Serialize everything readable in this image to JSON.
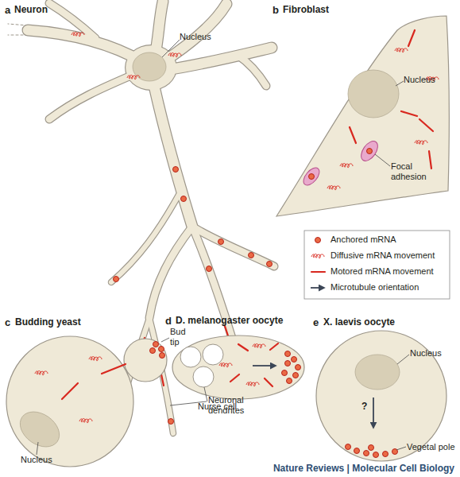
{
  "diagram": {
    "labels": [
      "a",
      "Neuron",
      "Nucleus",
      "Neuronal dendrites",
      "b",
      "Fibroblast",
      "Nucleus",
      "Focal adhesion",
      "c",
      "Budding yeast",
      "Bud tip",
      "Nucleus",
      "d",
      "D. melanogaster oocyte",
      "Nurse cell",
      "e",
      "X. laevis oocyte",
      "Nucleus",
      "?",
      "Vegetal pole",
      "Nature Reviews | Molecular Cell Biology"
    ],
    "legend": [
      {
        "text": "Anchored mRNA"
      },
      {
        "text": "Diffusive mRNA movement"
      },
      {
        "text": "Motored mRNA movement"
      },
      {
        "text": "Microtubule orientation"
      }
    ]
  }
}
